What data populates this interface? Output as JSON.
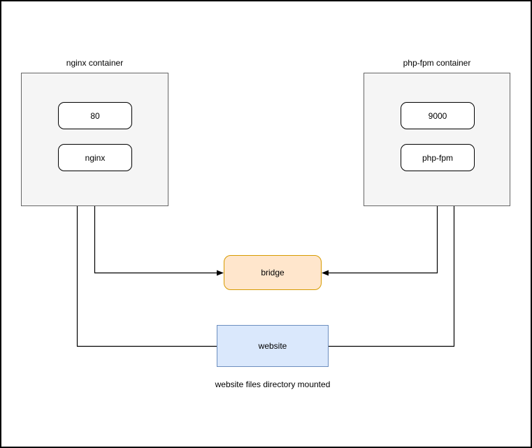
{
  "diagram": {
    "containers": [
      {
        "title": "nginx container",
        "port": "80",
        "service": "nginx"
      },
      {
        "title": "php-fpm container",
        "port": "9000",
        "service": "php-fpm"
      }
    ],
    "bridge": {
      "label": "bridge"
    },
    "website": {
      "label": "website",
      "caption": "website files directory mounted"
    },
    "colors": {
      "container_fill": "#f5f5f5",
      "container_border": "#666666",
      "node_fill": "#ffffff",
      "node_border": "#000000",
      "bridge_fill": "#ffe6cc",
      "bridge_border": "#d79b00",
      "website_fill": "#dae8fc",
      "website_border": "#6c8ebf",
      "wire": "#000000",
      "inner_connector": "#666666",
      "page_border": "#000000"
    }
  }
}
